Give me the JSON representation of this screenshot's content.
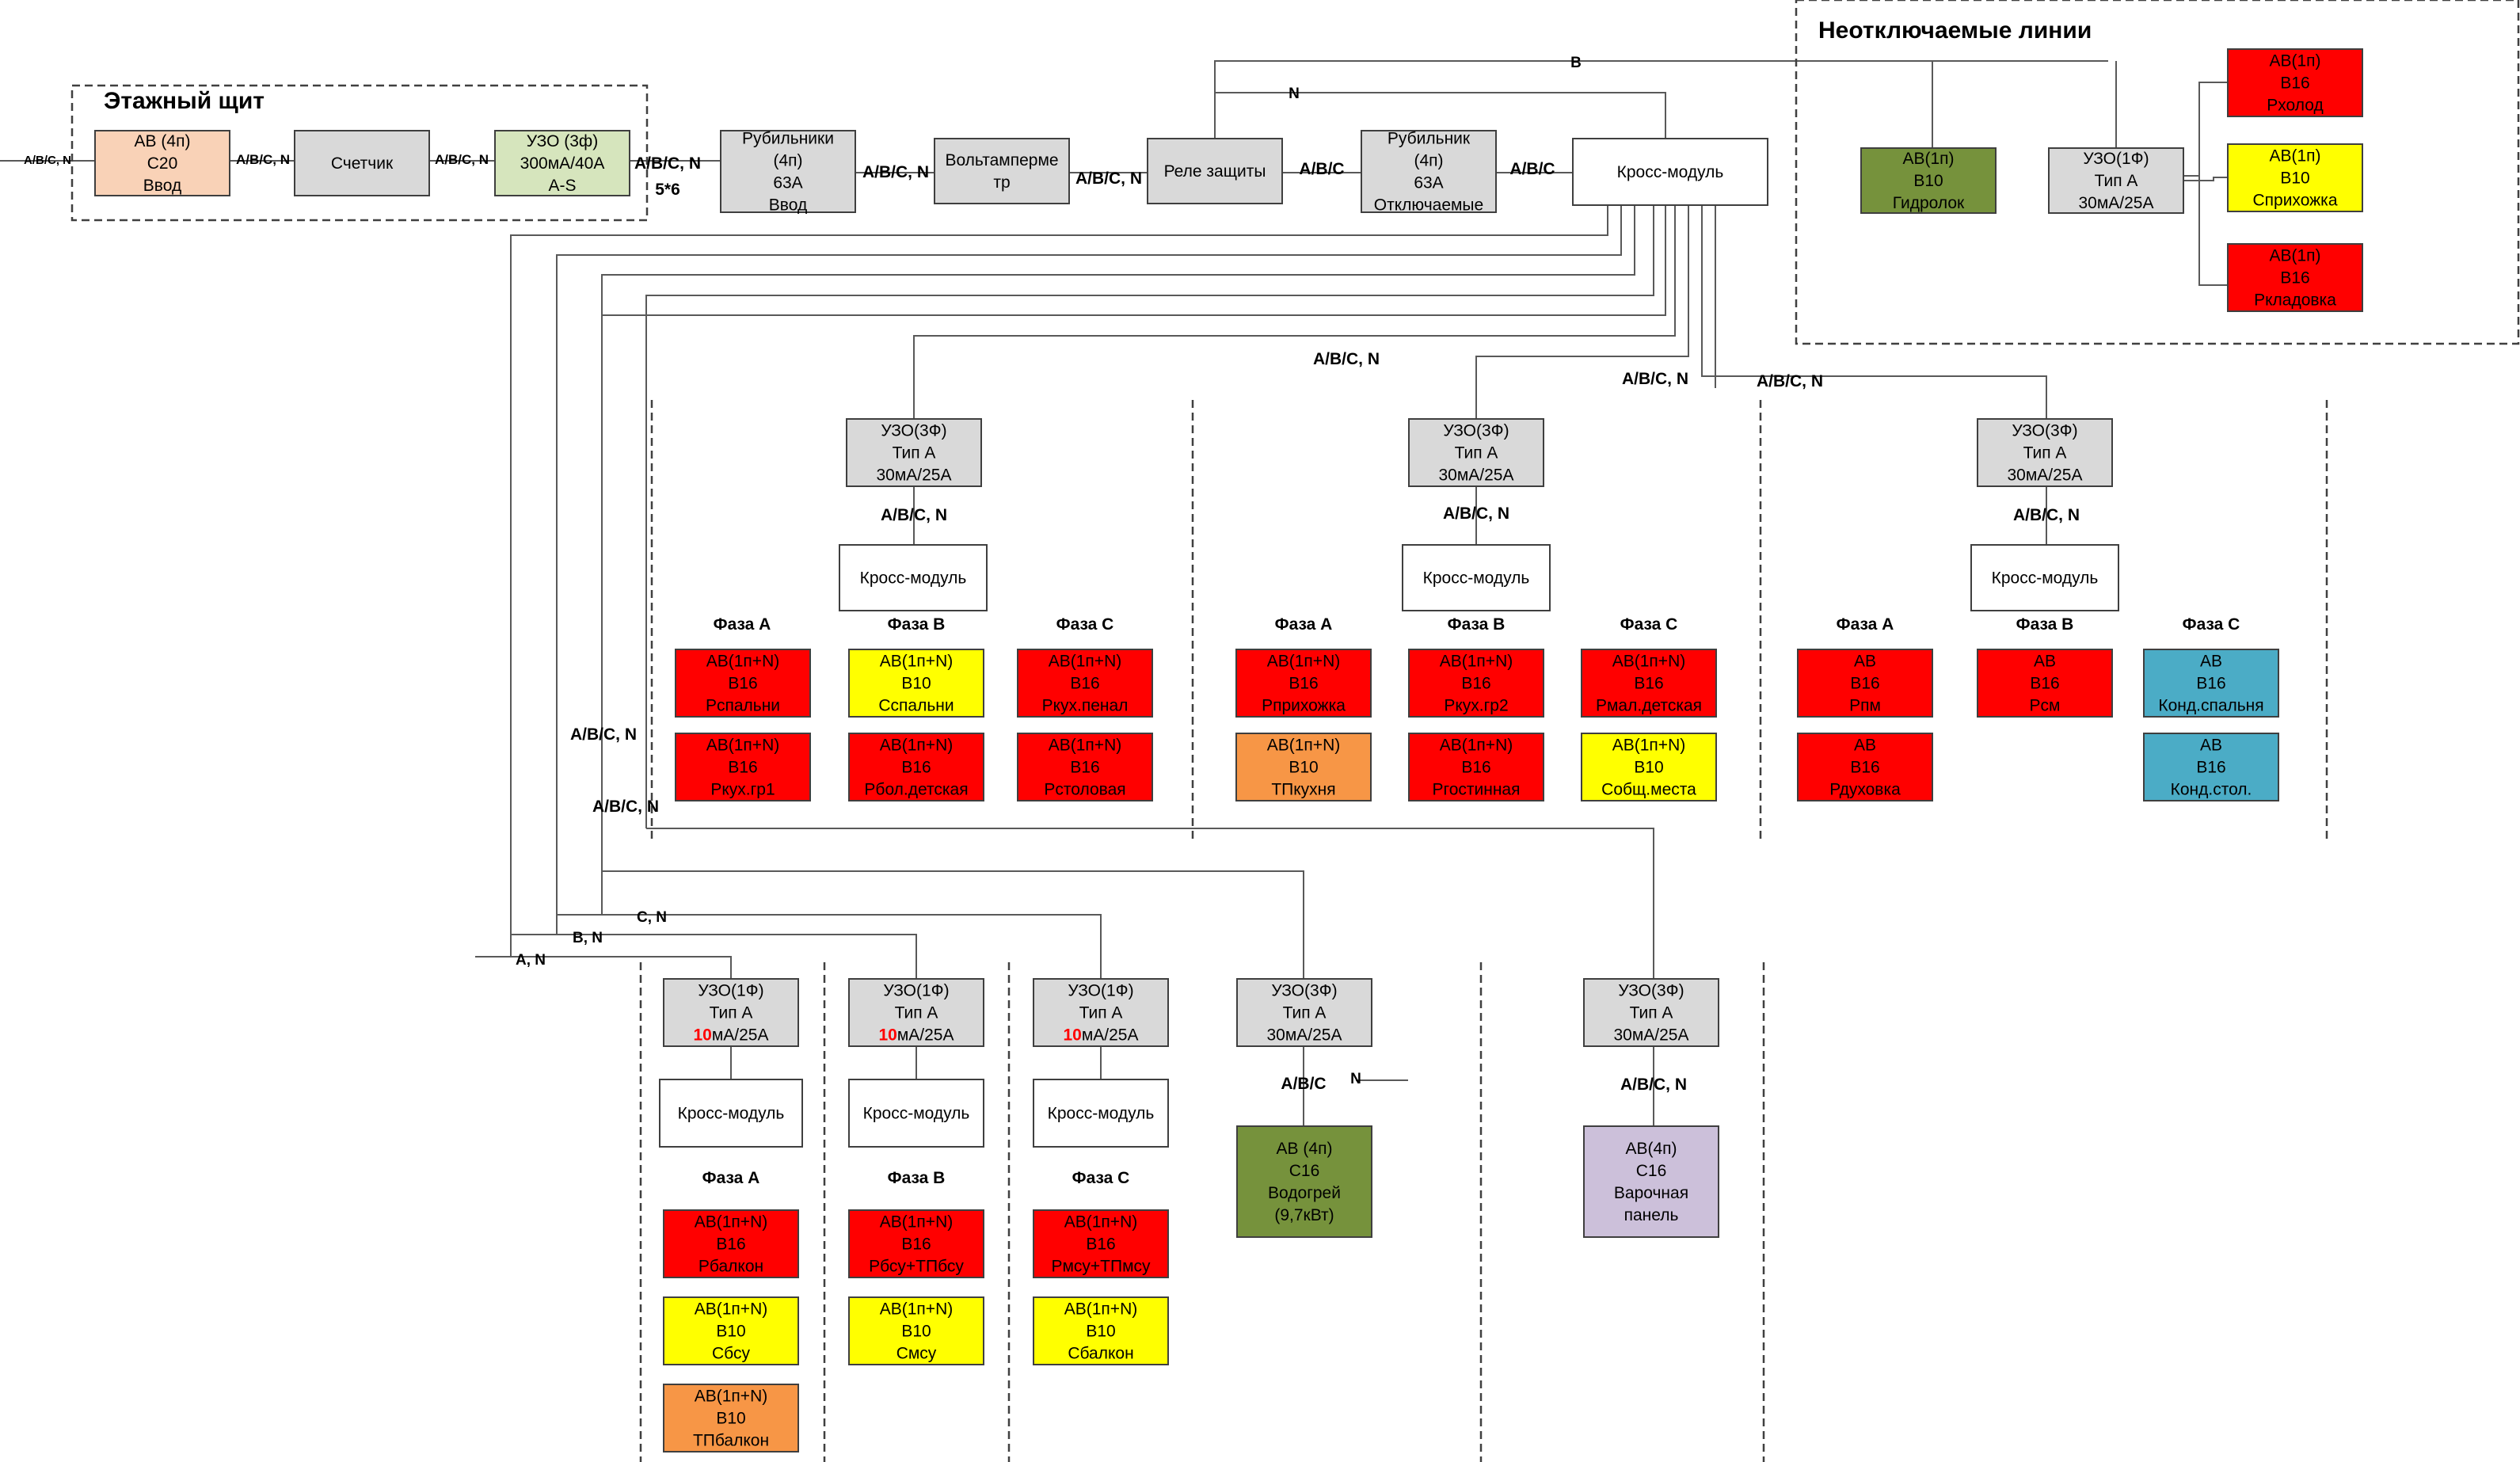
{
  "groups": {
    "floor_panel": "Этажный щит",
    "non_disconnect": "Неотключаемые линии"
  },
  "colors": {
    "orange_light": "#f9d2b7",
    "green_light": "#d6e5bd",
    "grey": "#d9d9d9",
    "white": "#ffffff",
    "red": "#ff0000",
    "yellow": "#ffff00",
    "dark_green": "#76923c",
    "orange": "#f79646",
    "teal": "#4bacc6",
    "lavender": "#ccc0da",
    "line": "#595959",
    "highlight": "#ff0000"
  },
  "blocks": {
    "av_input": [
      "АВ (4п)",
      "С20",
      "Ввод"
    ],
    "meter": [
      "Счетчик"
    ],
    "rcd_main": [
      "УЗО (3ф)",
      "300мА/40А",
      "A-S"
    ],
    "switch_input": [
      "Рубильники",
      "(4п)",
      "63А",
      "Ввод"
    ],
    "voltammeter": [
      "Вольтамперме",
      "тр"
    ],
    "protection_relay": [
      "Реле защиты"
    ],
    "switch_off": [
      "Рубильник",
      "(4п)",
      "63А",
      "Отключаемые"
    ],
    "cross_main": [
      "Кросс-модуль"
    ],
    "av_hydrolock": [
      "АВ(1п)",
      "В10",
      "Гидролок"
    ],
    "rcd_nd": [
      "УЗО(1Ф)",
      "Тип А",
      "30мА/25А"
    ],
    "nd_fridge": [
      "АВ(1п)",
      "В16",
      "Рхолод"
    ],
    "nd_hall": [
      "АВ(1п)",
      "В10",
      "Сприхожка"
    ],
    "nd_storage": [
      "АВ(1п)",
      "В16",
      "Ркладовка"
    ],
    "rcd_g1": [
      "УЗО(3Ф)",
      "Тип А",
      "30мА/25А"
    ],
    "cross_g1": [
      "Кросс-модуль"
    ],
    "g1_a1": [
      "АВ(1п+N)",
      "В16",
      "Рспальни"
    ],
    "g1_a2": [
      "АВ(1п+N)",
      "В16",
      "Ркух.гр1"
    ],
    "g1_b1": [
      "АВ(1п+N)",
      "В10",
      "Сспальни"
    ],
    "g1_b2": [
      "АВ(1п+N)",
      "В16",
      "Рбол.детская"
    ],
    "g1_c1": [
      "АВ(1п+N)",
      "В16",
      "Ркух.пенал"
    ],
    "g1_c2": [
      "АВ(1п+N)",
      "В16",
      "Рстоловая"
    ],
    "rcd_g2": [
      "УЗО(3Ф)",
      "Тип А",
      "30мА/25А"
    ],
    "cross_g2": [
      "Кросс-модуль"
    ],
    "g2_a1": [
      "АВ(1п+N)",
      "В16",
      "Рприхожка"
    ],
    "g2_a2": [
      "АВ(1п+N)",
      "В10",
      "ТПкухня"
    ],
    "g2_b1": [
      "АВ(1п+N)",
      "В16",
      "Ркух.гр2"
    ],
    "g2_b2": [
      "АВ(1п+N)",
      "В16",
      "Ргостинная"
    ],
    "g2_c1": [
      "АВ(1п+N)",
      "В16",
      "Рмал.детская"
    ],
    "g2_c2": [
      "АВ(1п+N)",
      "В10",
      "Собщ.места"
    ],
    "rcd_g3": [
      "УЗО(3Ф)",
      "Тип А",
      "30мА/25А"
    ],
    "cross_g3": [
      "Кросс-модуль"
    ],
    "g3_a1": [
      "АВ",
      "В16",
      "Рпм"
    ],
    "g3_a2": [
      "АВ",
      "В16",
      "Рдуховка"
    ],
    "g3_b1": [
      "АВ",
      "В16",
      "Рсм"
    ],
    "g3_c1": [
      "АВ",
      "В16",
      "Конд.спальня"
    ],
    "g3_c2": [
      "АВ",
      "В16",
      "Конд.стол."
    ],
    "rcd_bal": [
      "УЗО(1Ф)",
      "Тип А",
      "10|мА/25А"
    ],
    "cross_bal": [
      "Кросс-модуль"
    ],
    "bal_1": [
      "АВ(1п+N)",
      "В16",
      "Рбалкон"
    ],
    "bal_2": [
      "АВ(1п+N)",
      "В10",
      "Сбсу"
    ],
    "bal_3": [
      "АВ(1п+N)",
      "В10",
      "ТПбалкон"
    ],
    "rcd_bsu": [
      "УЗО(1Ф)",
      "Тип А",
      "10|мА/25А"
    ],
    "cross_bsu": [
      "Кросс-модуль"
    ],
    "bsu_1": [
      "АВ(1п+N)",
      "В16",
      "Рбсу+ТПбсу"
    ],
    "bsu_2": [
      "АВ(1п+N)",
      "В10",
      "Смсу"
    ],
    "rcd_msu": [
      "УЗО(1Ф)",
      "Тип А",
      "10|мА/25А"
    ],
    "cross_msu": [
      "Кросс-модуль"
    ],
    "msu_1": [
      "АВ(1п+N)",
      "В16",
      "Рмсу+ТПмсу"
    ],
    "msu_2": [
      "АВ(1п+N)",
      "В10",
      "Сбалкон"
    ],
    "rcd_wh": [
      "УЗО(3Ф)",
      "Тип А",
      "30мА/25А"
    ],
    "av_wh": [
      "АВ (4п)",
      "С16",
      "Водогрей",
      "(9,7кВт)"
    ],
    "rcd_cook": [
      "УЗО(3Ф)",
      "Тип А",
      "30мА/25А"
    ],
    "av_cook": [
      "АВ(4п)",
      "С16",
      "Варочная",
      "панель"
    ]
  },
  "wire_labels": {
    "in": "A/B/C, N",
    "av_meter": "A/B/C, N",
    "meter_rcd": "A/B/C, N",
    "rcd_switch": "A/B/C, N",
    "rcd_switch_count": "5*6",
    "switch_volt": "A/B/C, N",
    "volt_relay": "A/B/C, N",
    "relay_switch": "A/B/C",
    "switch_cross": "A/B/C",
    "bus_b": "B",
    "bus_n": "N",
    "g1_feed": "A/B/C, N",
    "g2_feed": "A/B/C, N",
    "g3_feed": "A/B/C, N",
    "g1_rcd_cross": "A/B/C, N",
    "g2_rcd_cross": "A/B/C, N",
    "g3_rcd_cross": "A/B/C, N",
    "left_1": "A/B/C, N",
    "left_2": "A/B/C, N",
    "c_n": "C, N",
    "b_n": "B, N",
    "a_n": "A, N",
    "wh_abc": "A/B/C",
    "wh_n": "N",
    "cook_abcn": "A/B/C, N"
  },
  "phases": {
    "a": "Фаза А",
    "b": "Фаза В",
    "c": "Фаза С"
  }
}
